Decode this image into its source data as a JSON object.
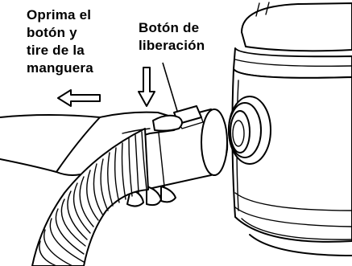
{
  "instruction_label": {
    "lines": [
      "Oprima el",
      "botón y",
      "tire de la",
      "manguera"
    ]
  },
  "release_label": {
    "lines": [
      "Botón de",
      "liberación"
    ]
  }
}
